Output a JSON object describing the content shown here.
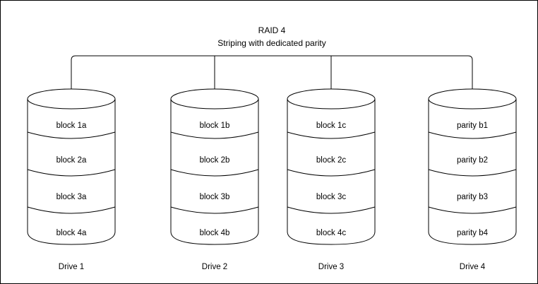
{
  "diagram": {
    "title": "RAID 4",
    "subtitle": "Striping with dedicated parity",
    "border_color": "#000000",
    "background_color": "#ffffff",
    "stroke_color": "#000000",
    "drives": [
      {
        "label": "Drive 1",
        "blocks": [
          "block 1a",
          "block 2a",
          "block 3a",
          "block 4a"
        ]
      },
      {
        "label": "Drive 2",
        "blocks": [
          "block 1b",
          "block 2b",
          "block 3b",
          "block 4b"
        ]
      },
      {
        "label": "Drive 3",
        "blocks": [
          "block 1c",
          "block 2c",
          "block 3c",
          "block 4c"
        ]
      },
      {
        "label": "Drive 4",
        "blocks": [
          "parity b1",
          "parity b2",
          "parity b3",
          "parity b4"
        ]
      }
    ]
  }
}
